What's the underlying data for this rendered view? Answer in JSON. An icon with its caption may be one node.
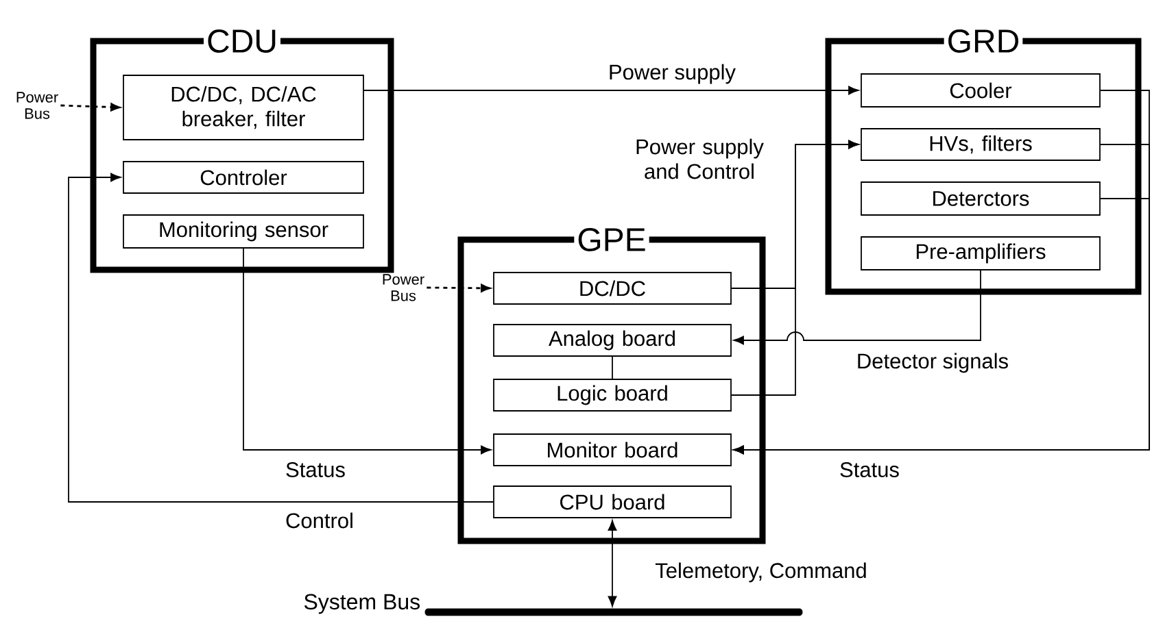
{
  "diagram": {
    "nodes": [
      {
        "text": [
          "CDU"
        ]
      },
      {
        "text": [
          "DC/DC, DC/AC breaker, filter"
        ],
        "in": 0
      },
      {
        "text": [
          "Controler"
        ],
        "in": 0
      },
      {
        "text": [
          "Monitoring sensor"
        ],
        "in": 0
      },
      {
        "text": [
          "GRD"
        ]
      },
      {
        "text": [
          "Cooler"
        ],
        "in": 4
      },
      {
        "text": [
          "HVs, filters"
        ],
        "in": 4
      },
      {
        "text": [
          "Deterctors"
        ],
        "in": 4
      },
      {
        "text": [
          "Pre-amplifiers"
        ],
        "in": 4
      },
      {
        "text": [
          "GPE"
        ]
      },
      {
        "text": [
          "DC/DC"
        ],
        "in": 9
      },
      {
        "text": [
          "Analog board"
        ],
        "in": 9
      },
      {
        "text": [
          "Logic board"
        ],
        "in": 9
      },
      {
        "text": [
          "Monitor board"
        ],
        "in": 9
      },
      {
        "text": [
          "CPU board"
        ],
        "in": 9
      },
      {
        "text": [
          "Power Bus"
        ]
      },
      {
        "text": [
          "Power Bus"
        ]
      },
      {
        "text": [],
        "shape": "bar",
        "beside": [
          "System Bus"
        ]
      }
    ],
    "edges": [
      {
        "from": 15,
        "to": 1,
        "arrow": "to",
        "style": "dashed"
      },
      {
        "from": 16,
        "to": 10,
        "arrow": "to",
        "style": "dashed"
      },
      {
        "from": 1,
        "to": 5,
        "arrow": "to",
        "label": "Power supply"
      },
      {
        "from": 10,
        "to": 6,
        "arrow": "to",
        "label": "Power supply and Control"
      },
      {
        "from": 12,
        "to": 6,
        "arrow": "to"
      },
      {
        "from": 8,
        "to": 11,
        "arrow": "to",
        "label": "Detector signals"
      },
      {
        "from": 11,
        "to": 12,
        "arrow": "none"
      },
      {
        "from": 3,
        "to": 13,
        "arrow": "to",
        "label": "Status"
      },
      {
        "from": 14,
        "to": 2,
        "arrow": "to",
        "label": "Control"
      },
      {
        "from": 5,
        "to": 13,
        "arrow": "to",
        "label": "Status"
      },
      {
        "from": 6,
        "to": 13,
        "arrow": "to"
      },
      {
        "from": 7,
        "to": 13,
        "arrow": "to"
      },
      {
        "from": 14,
        "to": 17,
        "arrow": "both",
        "label": "Telemetory, Command"
      }
    ]
  }
}
